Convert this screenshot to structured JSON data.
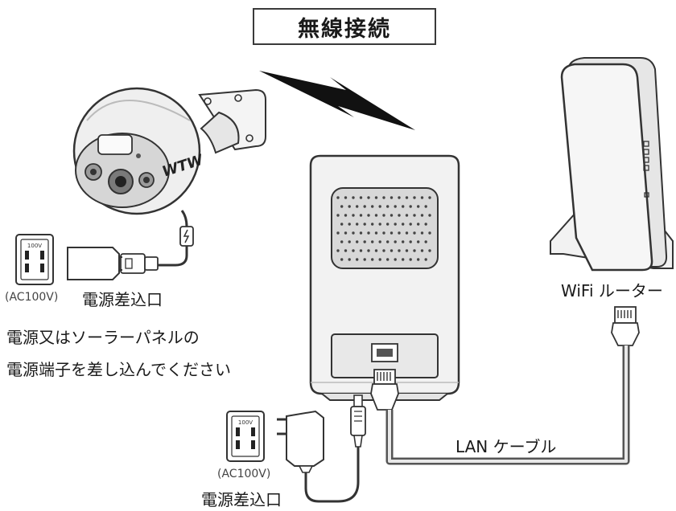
{
  "title": "無線接続",
  "camera_logo": "WTW",
  "outlet_marking": "100V",
  "left_outlet": {
    "voltage_label": "(AC100V)",
    "label": "電源差込口"
  },
  "instruction": {
    "line1": "電源又はソーラーパネルの",
    "line2": "電源端子を差し込んでください"
  },
  "router_label": "WiFi ルーター",
  "lan_cable_label": "LAN ケーブル",
  "bottom_outlet": {
    "voltage_label": "(AC100V)",
    "label": "電源差込口"
  },
  "icons": [
    "lightning-bolt-icon",
    "usb-type-c-icon",
    "wall-outlet-icon",
    "ethernet-plug-icon",
    "usb-charger-icon",
    "ac-adapter-icon"
  ]
}
